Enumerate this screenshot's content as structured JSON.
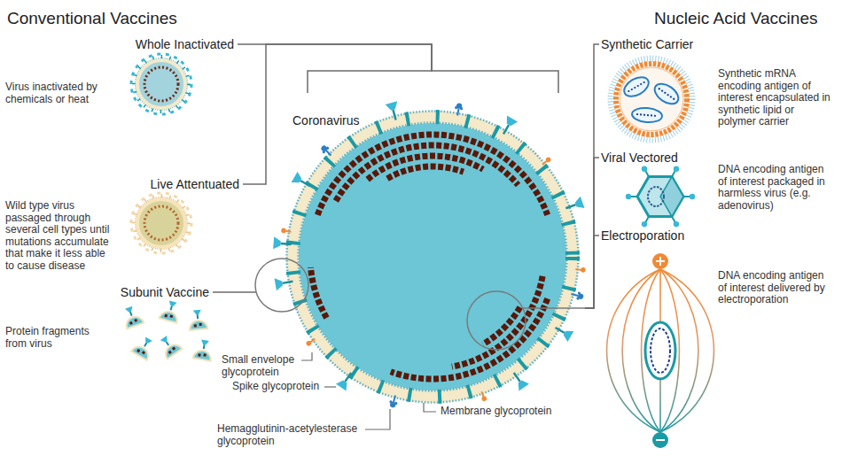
{
  "diagram": {
    "nodes": [
      {
        "text": [
          "Whole Inactivated",
          "Virus inactivated by chemicals or heat"
        ]
      },
      {
        "text": [
          "Live Attentuated",
          "Wild type virus passaged through several cell types until mutations accumulate that make it less able to cause disease"
        ]
      },
      {
        "text": [
          "Subunit Vaccine",
          "Protein fragments from virus"
        ]
      },
      {
        "text": [
          "Coronavirus"
        ]
      },
      {
        "text": [
          "Synthetic Carrier",
          "Synthetic mRNA encoding antigen of interest encapsulated in synthetic lipid or polymer carrier"
        ]
      },
      {
        "text": [
          "Viral Vectored",
          "DNA encoding antigen of interest packaged in harmless virus (e.g. adenovirus)"
        ]
      },
      {
        "text": [
          "Electroporation",
          "DNA encoding antigen of interest delivered by electroporation"
        ]
      }
    ],
    "edges": [
      {
        "from": 3,
        "to": 0,
        "arrow": "none"
      },
      {
        "from": 3,
        "to": 1,
        "arrow": "none"
      },
      {
        "from": 3,
        "to": 2,
        "arrow": "none"
      },
      {
        "from": 3,
        "to": 4,
        "arrow": "none"
      },
      {
        "from": 3,
        "to": 5,
        "arrow": "none"
      },
      {
        "from": 3,
        "to": 6,
        "arrow": "none"
      }
    ],
    "labels": [
      "Conventional Vaccines",
      "Nucleic Acid Vaccines",
      "Small envelope glycoprotein",
      "Spike glycoprotein",
      "Hemagglutinin-acetylesterase glycoprotein",
      "Membrane glycoprotein"
    ]
  }
}
